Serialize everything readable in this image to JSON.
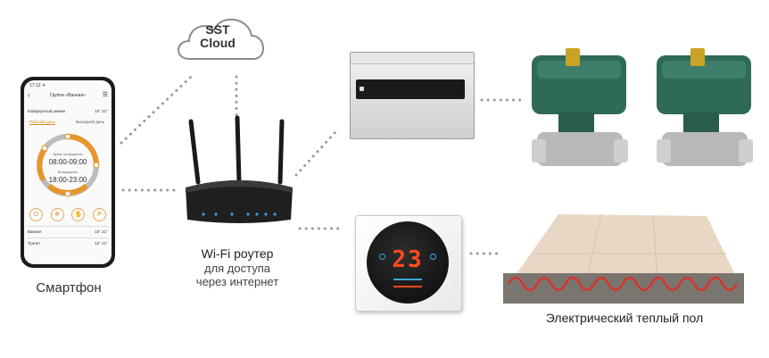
{
  "cloud": {
    "label_line1": "SST",
    "label_line2": "Cloud"
  },
  "phone": {
    "status_time": "17:12 ✈",
    "title": "Группа «Ванная»",
    "mode_label": "Комфортный режим",
    "mode_temps": "15° 21°",
    "tab_work": "Рабочий день",
    "tab_weekend": "Выходной день",
    "wake_label": "Время пробуждения",
    "wake_time": "08:00-09:00",
    "return_label": "Возвращение",
    "return_time": "18:00-23:00",
    "buttons": [
      "⏻",
      "❄",
      "✋",
      "P"
    ],
    "rooms": [
      {
        "name": "Ванная",
        "temps": "15° 21°"
      },
      {
        "name": "Туалет",
        "temps": "15° 21°"
      }
    ]
  },
  "router": {
    "label": "Wi-Fi роутер",
    "sublabel_line1": "для доступа",
    "sublabel_line2": "через интернет"
  },
  "devices": {
    "thermostat_value": "23",
    "smartphone_label": "Смартфон",
    "floor_label": "Электрический теплый пол"
  },
  "colors": {
    "accent": "#e08a1e",
    "valve_green": "#2f6a58",
    "display_red": "#ff4a1f",
    "dot": "#9a9a9a"
  }
}
